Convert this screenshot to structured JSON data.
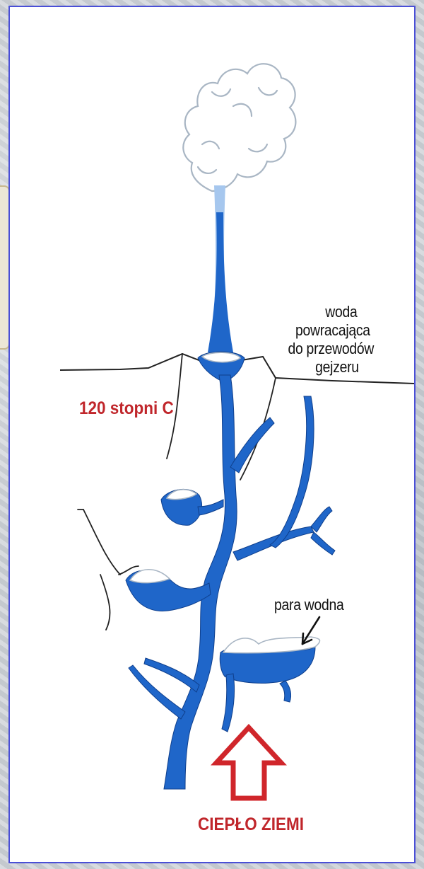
{
  "labels": {
    "temperature": "120 stopni C",
    "returning_water_line1": "woda",
    "returning_water_line2": "powracająca",
    "returning_water_line3": "do przewodów",
    "returning_water_line4": "gejzeru",
    "steam": "para wodna",
    "earth_heat": "CIEPŁO ZIEMI"
  },
  "colors": {
    "water": "#1f66c9",
    "water_light": "#4d8fe0",
    "steam": "#a9b6c4",
    "heat_arrow": "#d0262b",
    "label_red": "#c0262b",
    "frame": "#4a4fd6"
  }
}
